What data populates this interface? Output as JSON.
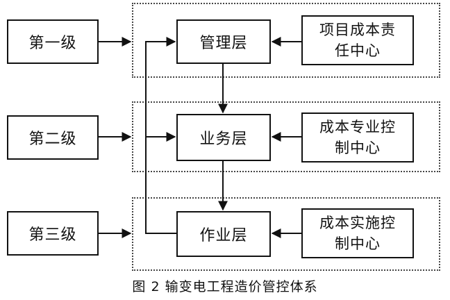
{
  "levels": [
    "第一级",
    "第二级",
    "第三级"
  ],
  "layers": [
    "管理层",
    "业务层",
    "作业层"
  ],
  "centers": [
    [
      "项目成本责",
      "任中心"
    ],
    [
      "成本专业控",
      "制中心"
    ],
    [
      "成本实施控",
      "制中心"
    ]
  ],
  "caption": "图 2  输变电工程造价管控体系"
}
